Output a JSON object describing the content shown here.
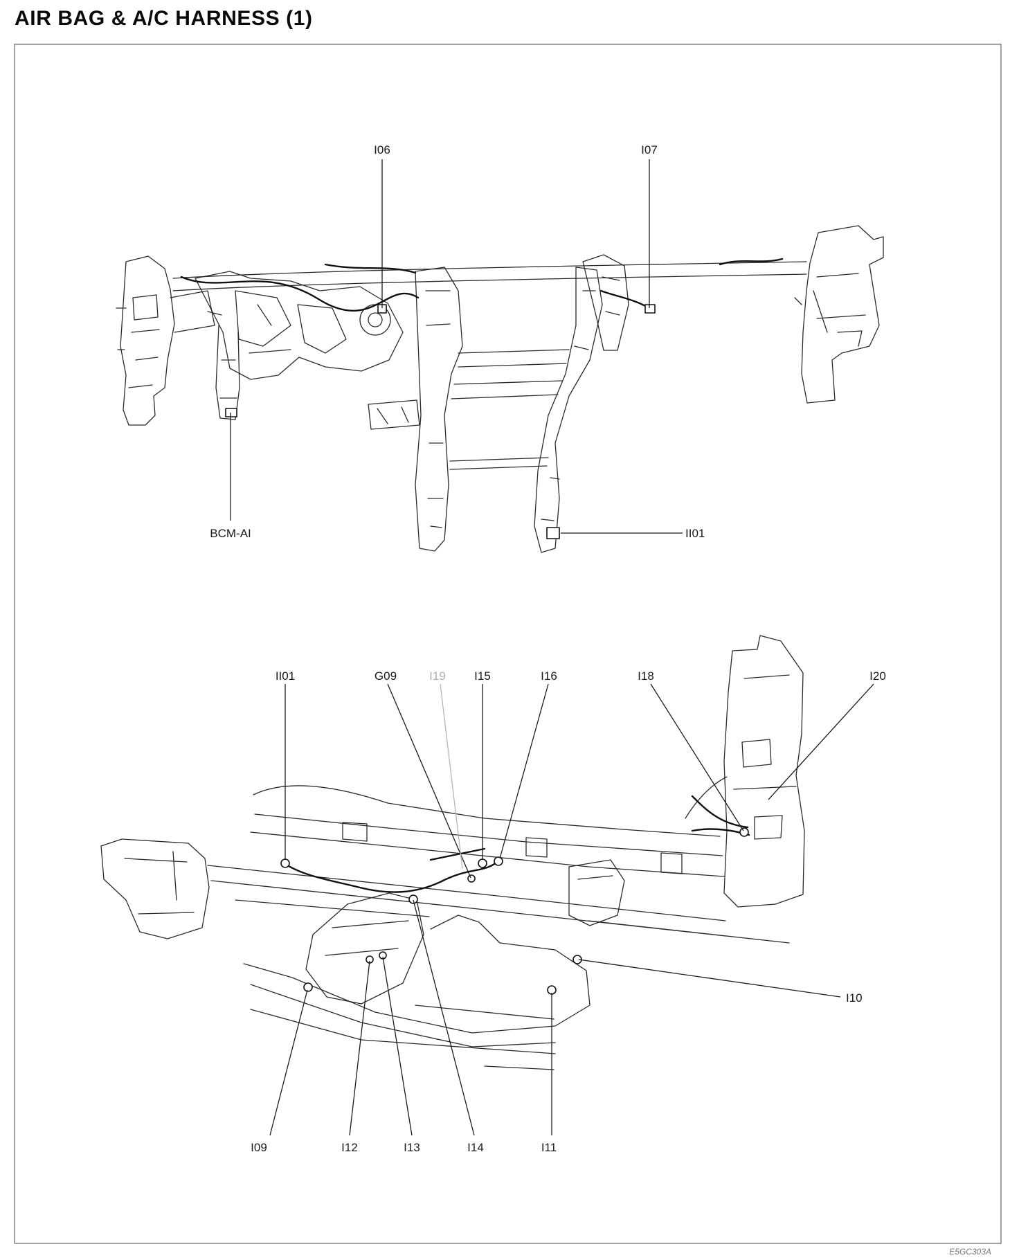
{
  "title": "AIR BAG & A/C HARNESS (1)",
  "upper_view": {
    "i06": "I06",
    "i07": "I07",
    "bcm_ai": "BCM-AI",
    "ii01": "II01"
  },
  "lower_view": {
    "ii01": "II01",
    "g09": "G09",
    "i19": "I19",
    "i15": "I15",
    "i16": "I16",
    "i18": "I18",
    "i20": "I20",
    "i10": "I10",
    "i09": "I09",
    "i12": "I12",
    "i13": "I13",
    "i14": "I14",
    "i11": "I11"
  },
  "figure_code": "E5GC303A"
}
